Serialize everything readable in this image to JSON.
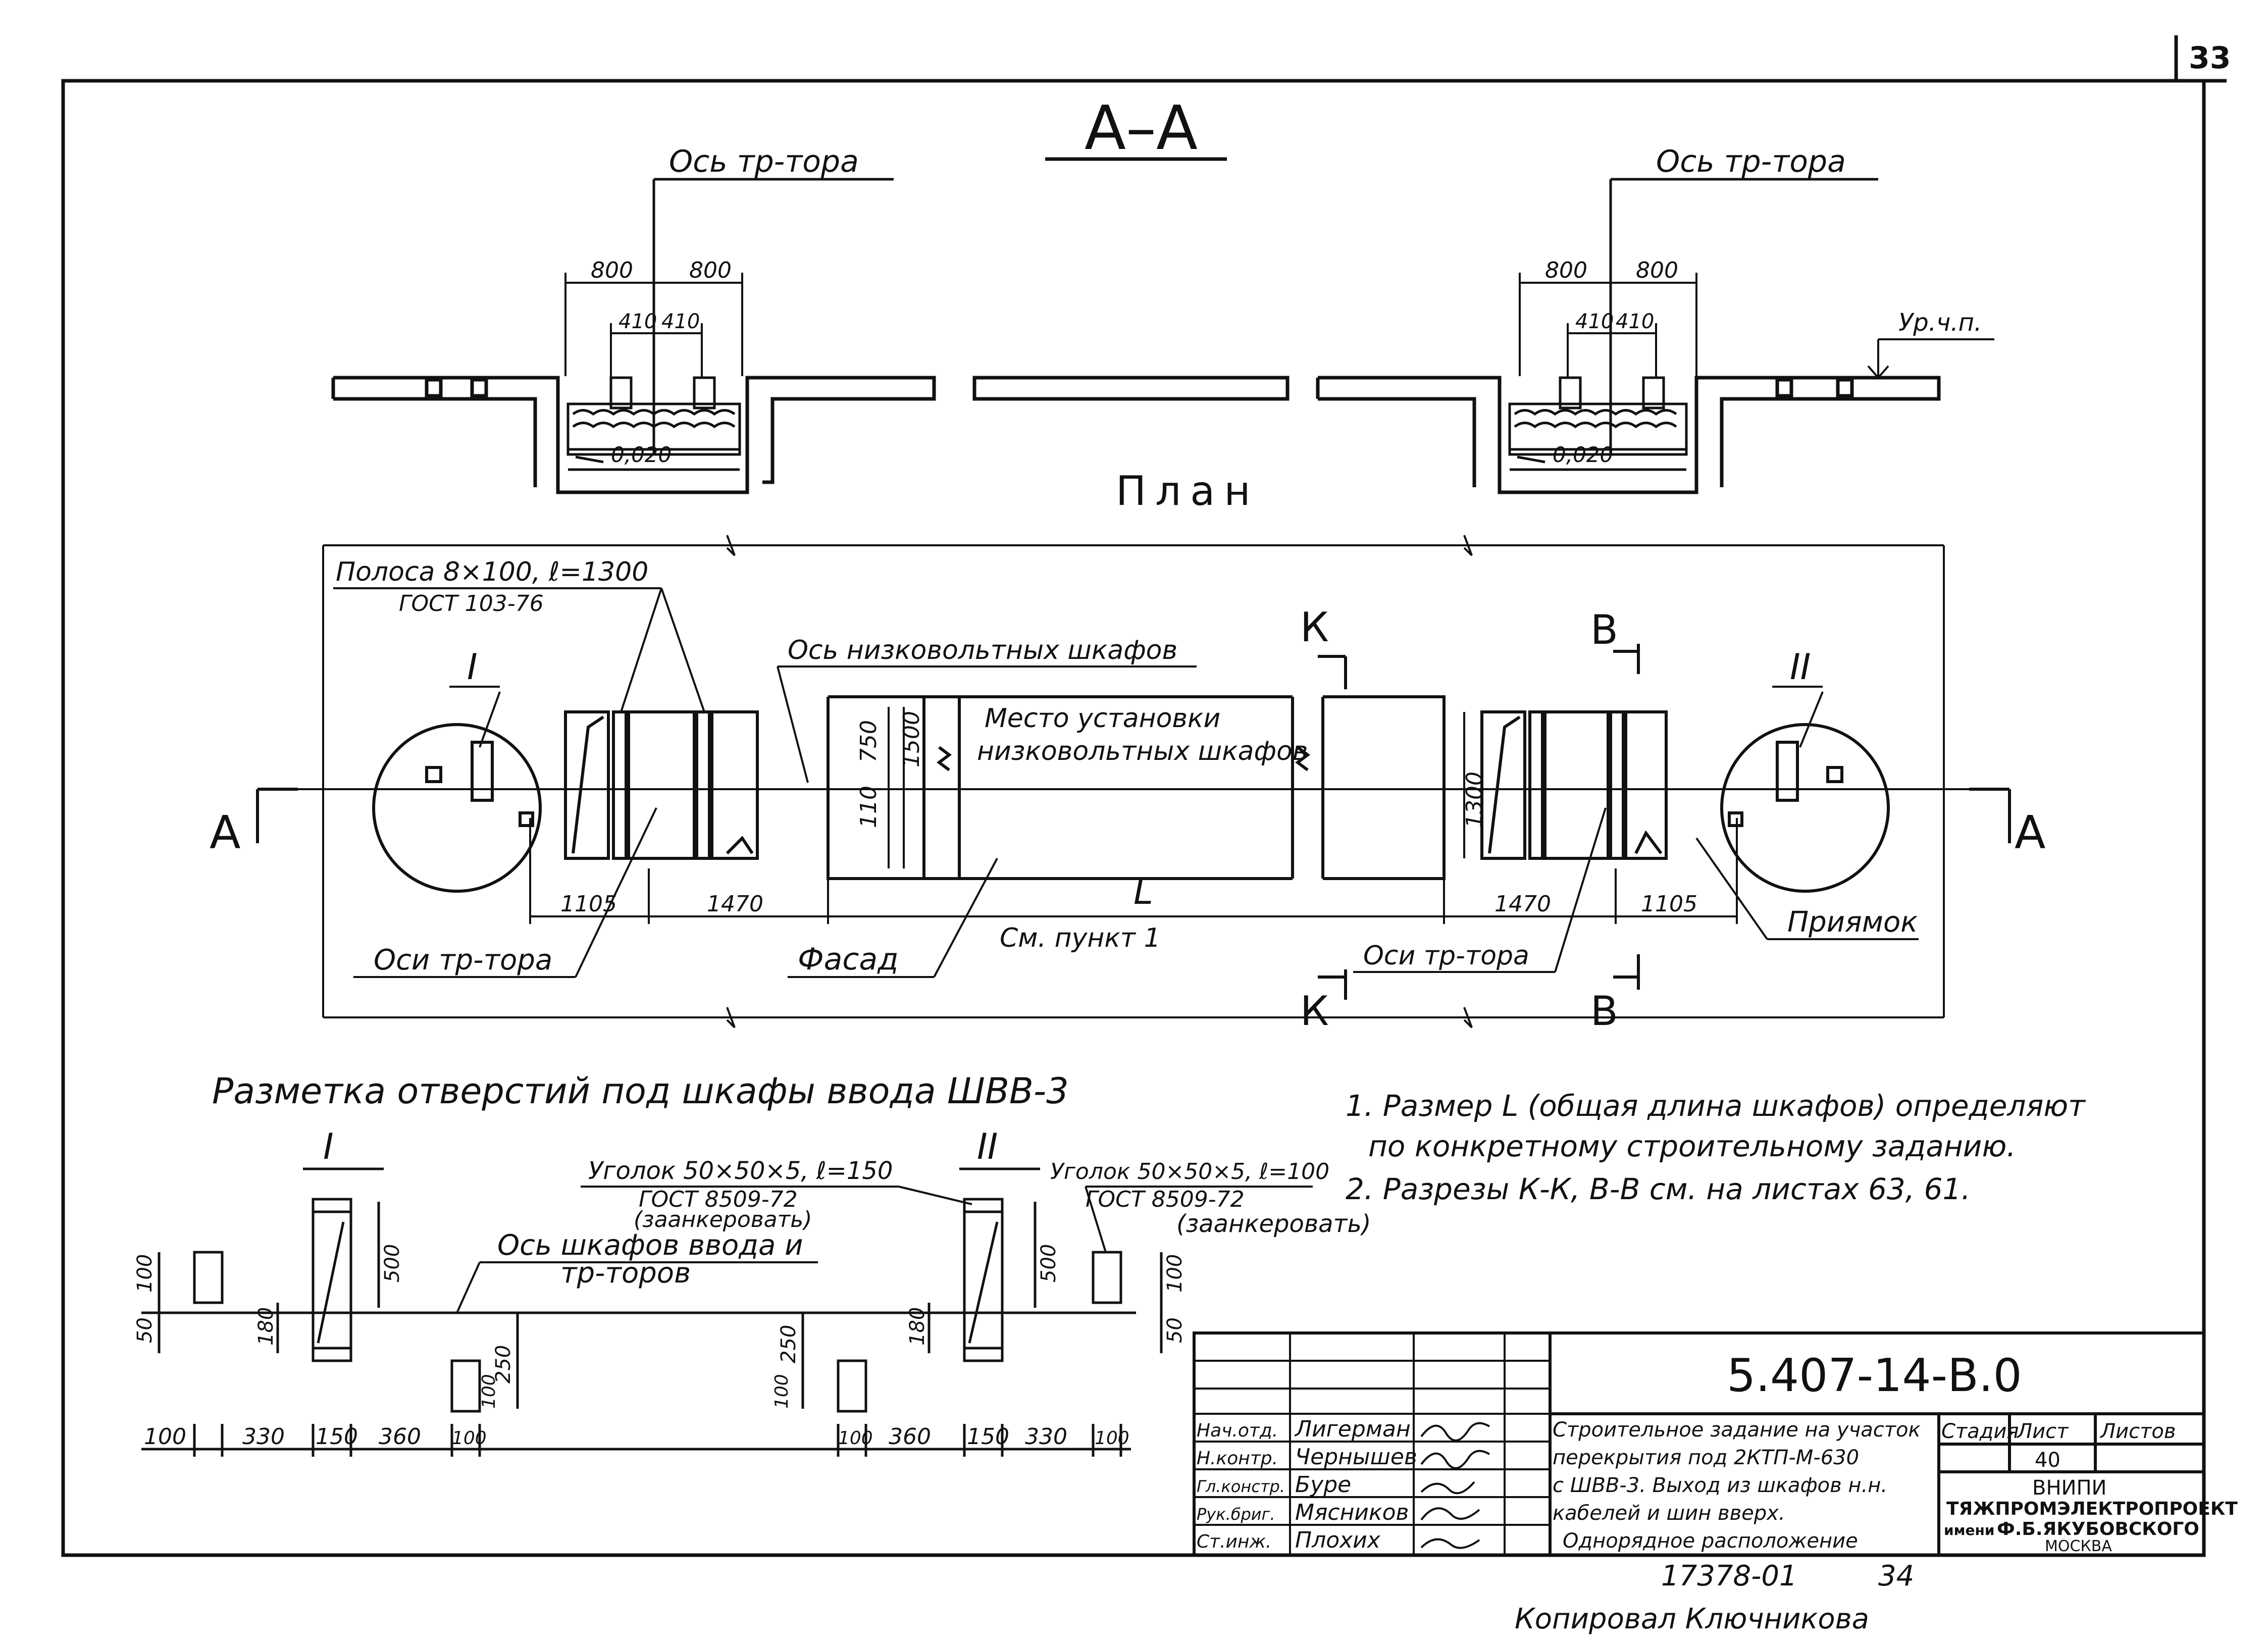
{
  "page_number": "33",
  "section_aa": {
    "title": "А–А",
    "axis_left": "Ось тр-тора",
    "axis_right": "Ось тр-тора",
    "dim_800": "800",
    "dim_410": "410",
    "slope": "0,020",
    "floor_level": "Ур.ч.п."
  },
  "plan": {
    "title": "План",
    "strip_label": "Полоса 8×100, ℓ=1300",
    "strip_gost": "ГОСТ 103-76",
    "roman_1": "I",
    "roman_2": "II",
    "lv_axis": "Ось низковольтных шкафов",
    "install_place_1": "Место установки",
    "install_place_2": "низковольтных шкафов",
    "dim_750": "750",
    "dim_1500": "1500",
    "dim_110": "110",
    "dim_1300": "1300",
    "dim_1105": "1105",
    "dim_1470": "1470",
    "dim_L": "L",
    "see_point": "См. пункт 1",
    "facade": "Фасад",
    "tr_axes": "Оси тр-тора",
    "pit": "Приямок",
    "section_A": "А",
    "section_K": "К",
    "section_B": "В"
  },
  "marking": {
    "title": "Разметка отверстий под шкафы ввода ШВВ-3",
    "angle_150": "Уголок 50×50×5, ℓ=150",
    "angle_100": "Уголок 50×50×5, ℓ=100",
    "gost_8509": "ГОСТ 8509-72",
    "anchor": "(заанкеровать)",
    "axis_1": "Ось шкафов ввода и",
    "axis_2": "тр-торов",
    "d100": "100",
    "d50": "50",
    "d180": "180",
    "d500": "500",
    "d250": "250",
    "d330": "330",
    "d150": "150",
    "d360": "360"
  },
  "notes": [
    "1. Размер L (общая длина шкафов) определяют",
    "по конкретному строительному заданию.",
    "2. Разрезы К-К, В-В см. на листах 63, 61."
  ],
  "title_block": {
    "code": "5.407-14-В.0",
    "roles": [
      "Нач.отд.",
      "Н.контр.",
      "Гл.констр.",
      "Рук.бриг.",
      "Ст.инж."
    ],
    "names": [
      "Лигерман",
      "Чернышев",
      "Буре",
      "Мясников",
      "Плохих"
    ],
    "description": [
      "Строительное задание на участок",
      "перекрытия под 2КТП-М-630",
      "с ШВВ-3. Выход из шкафов н.н.",
      "кабелей и шин вверх.",
      "Однорядное расположение"
    ],
    "stage_label": "Стадия",
    "sheet_label": "Лист",
    "sheets_label": "Листов",
    "sheet_no": "40",
    "org_1": "ВНИПИ",
    "org_2": "ТЯЖПРОМЭЛЕКТРОПРОЕКТ",
    "org_3a": "имени",
    "org_3": "Ф.Б.ЯКУБОВСКОГО",
    "org_4": "МОСКВА"
  },
  "archive_no": "17378-01",
  "archive_sheet": "34",
  "copied_by": "Копировал Ключникова"
}
